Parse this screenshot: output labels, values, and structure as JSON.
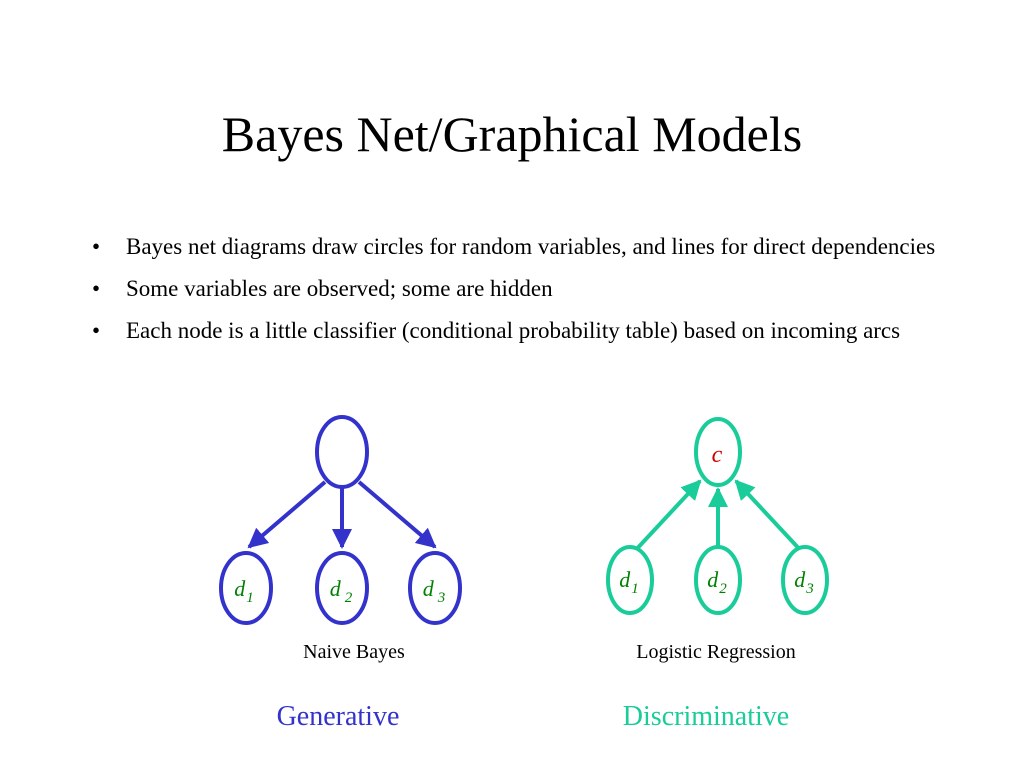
{
  "slide": {
    "title": "Bayes Net/Graphical Models",
    "bullets": [
      "Bayes net diagrams draw circles for random variables, and lines for direct dependencies",
      "Some variables are observed; some are hidden",
      "Each node is a little classifier (conditional probability table) based on incoming arcs"
    ]
  },
  "diagrams": {
    "naive_bayes": {
      "caption": "Naive Bayes",
      "kind": "Generative",
      "color": "#3333cc",
      "parent_label": "",
      "children": [
        {
          "base": "d",
          "sub": "1"
        },
        {
          "base": "d",
          "sub": "2"
        },
        {
          "base": "d",
          "sub": "3"
        }
      ]
    },
    "logistic_regression": {
      "caption": "Logistic Regression",
      "kind": "Discriminative",
      "color": "#19cc99",
      "parent_label": "c",
      "parent_label_color": "#cc0000",
      "children": [
        {
          "base": "d",
          "sub": "1"
        },
        {
          "base": "d",
          "sub": "2"
        },
        {
          "base": "d",
          "sub": "3"
        }
      ]
    },
    "child_label_color": "#008000"
  }
}
